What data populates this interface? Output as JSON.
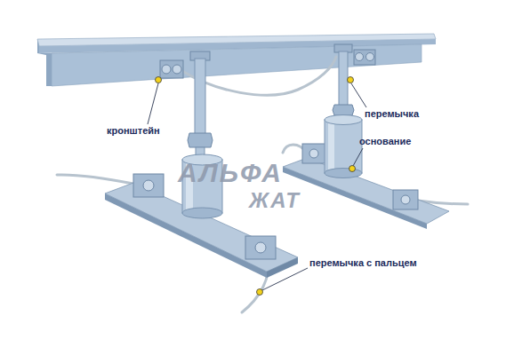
{
  "diagram": {
    "labels": [
      "кронштейн",
      "перемычка",
      "основание",
      "перемычка с пальцем",
      "АЛЬФА",
      "ЖАТ"
    ]
  }
}
